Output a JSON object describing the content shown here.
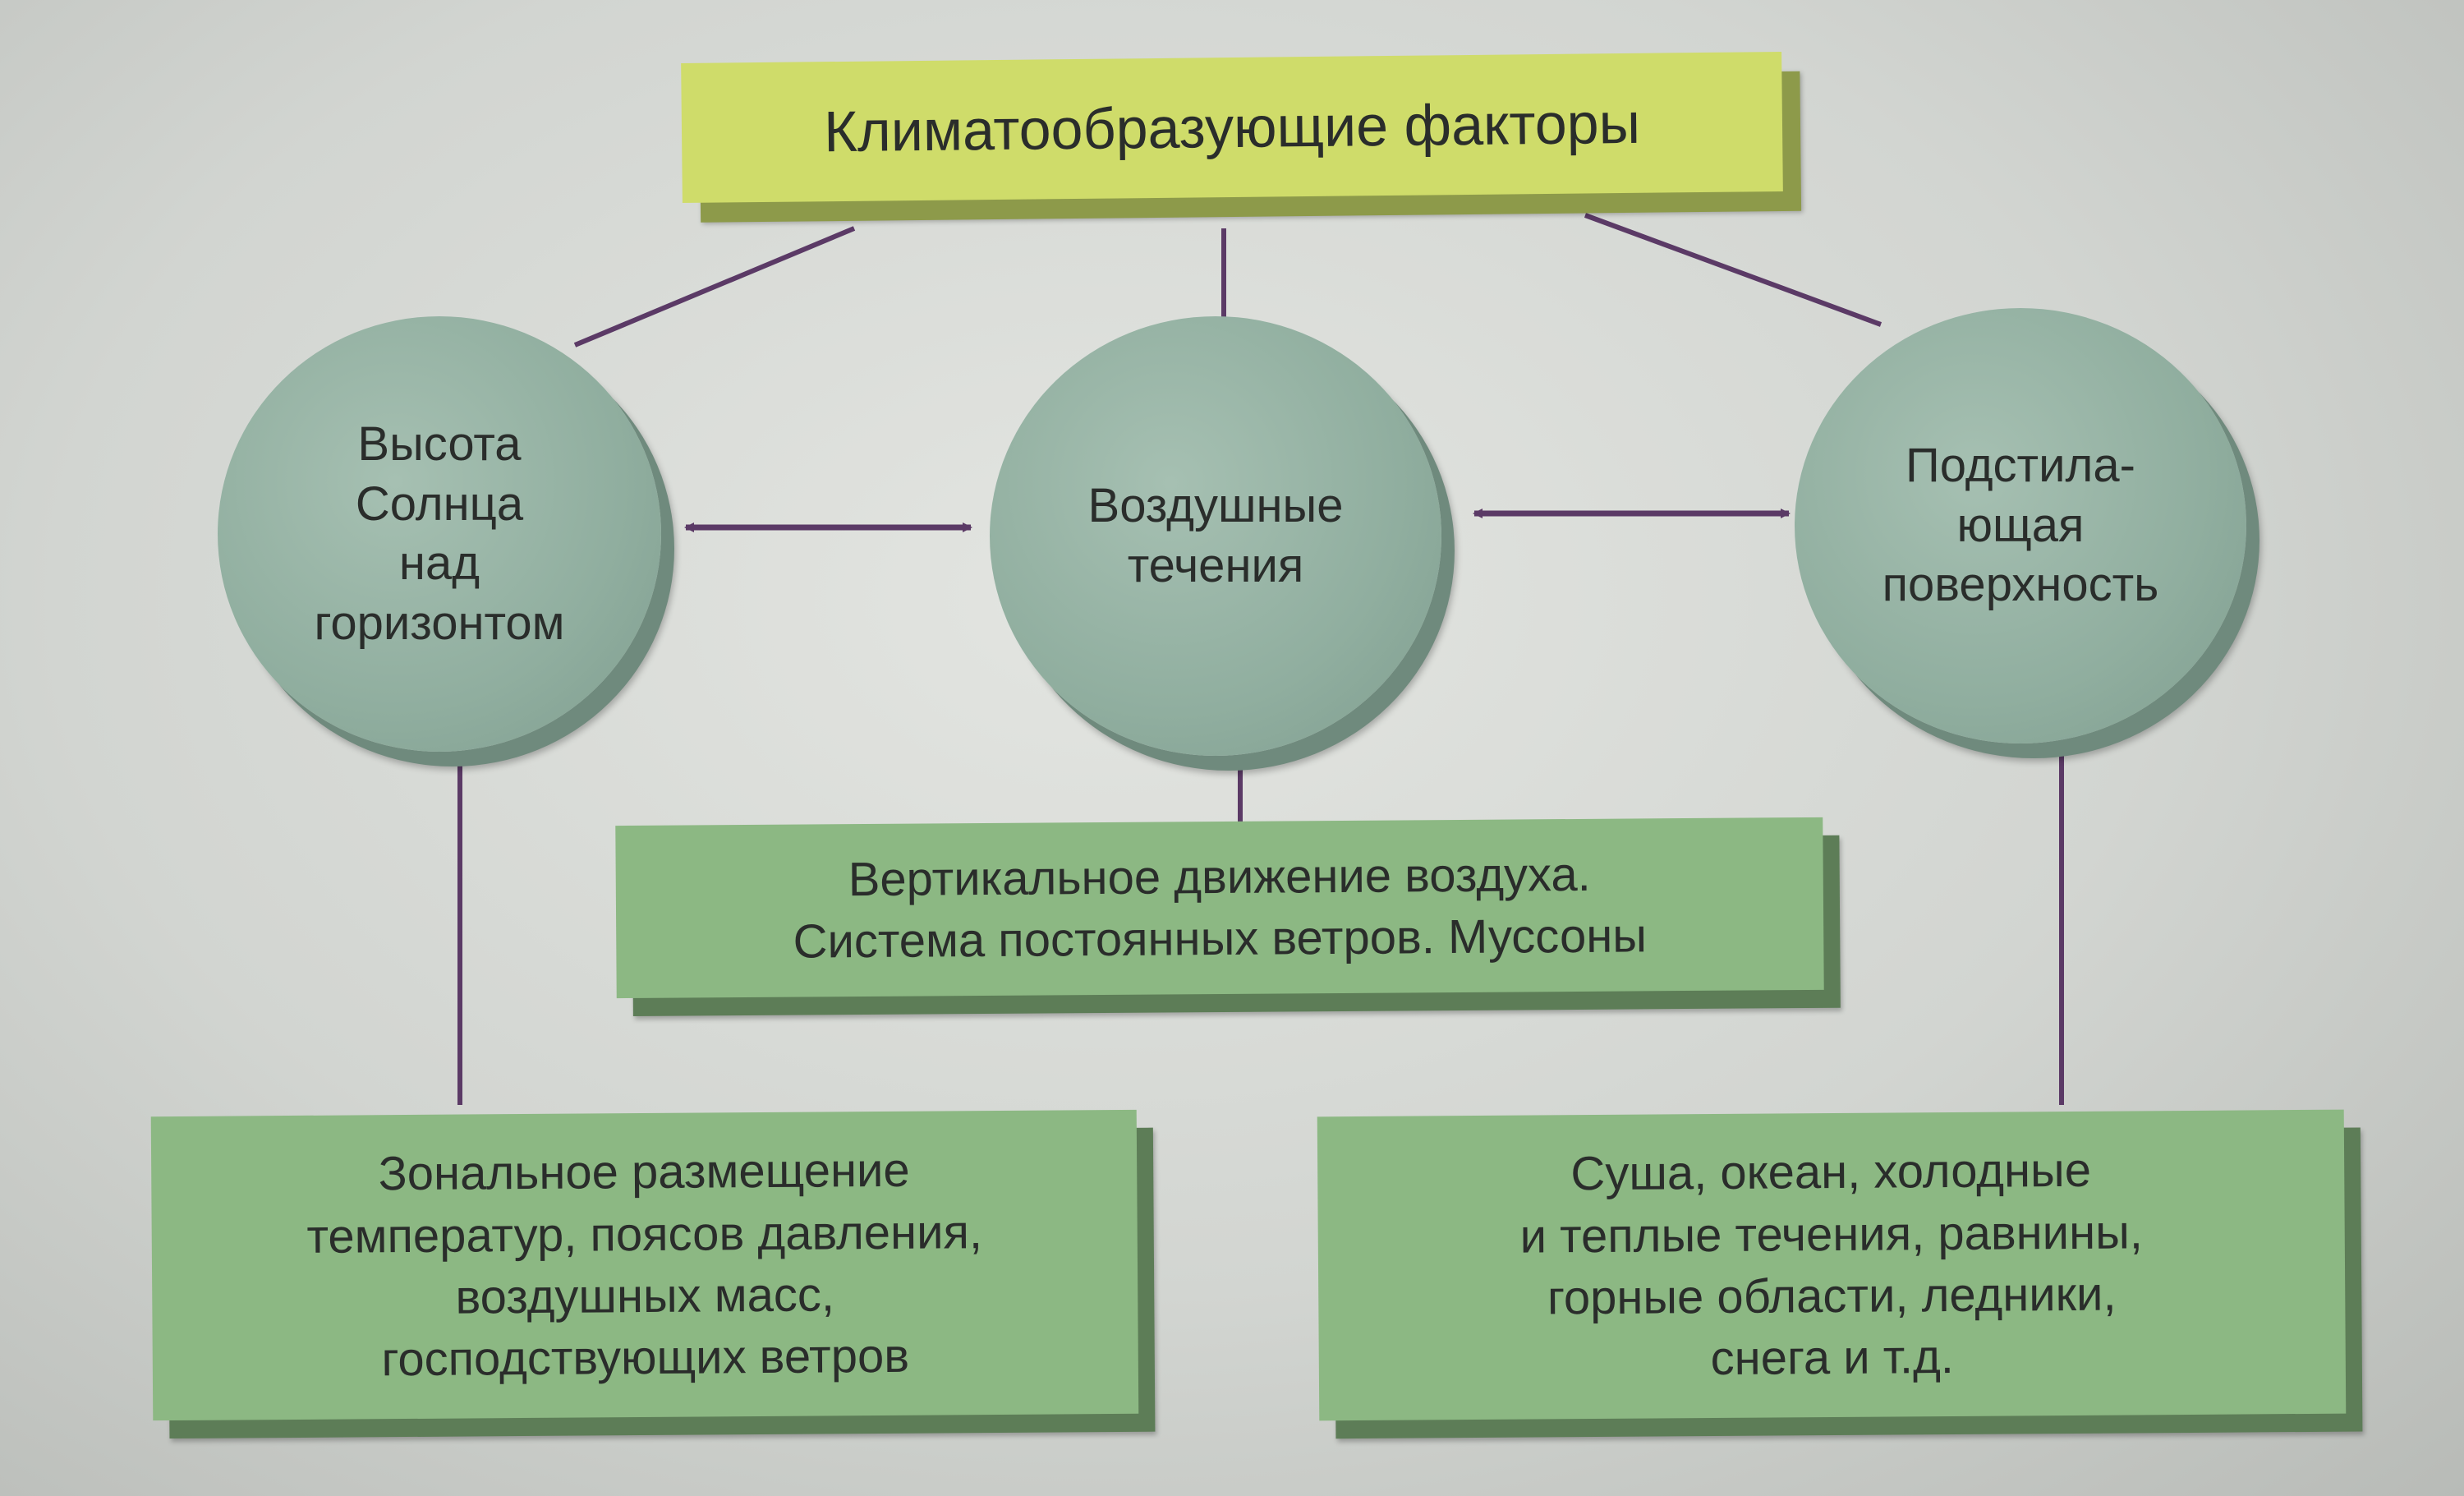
{
  "title": "Климатообразующие факторы",
  "factors": {
    "sun": {
      "lines": [
        "Высота",
        "Солнца",
        "над",
        "горизонтом"
      ]
    },
    "air": {
      "lines": [
        "Воздушные",
        "течения"
      ]
    },
    "surface": {
      "lines": [
        "Подстила-",
        "ющая",
        "поверхность"
      ]
    }
  },
  "effects": {
    "air": {
      "lines": [
        "Вертикальное движение воздуха.",
        "Система постоянных ветров. Муссоны"
      ]
    },
    "sun": {
      "lines": [
        "Зональное размещение",
        "температур, поясов давления,",
        "воздушных масс,",
        "господствующих ветров"
      ]
    },
    "surface": {
      "lines": [
        "Суша, океан, холодные",
        "и теплые течения, равнины,",
        "горные области, ледники,",
        "снега и т.д."
      ]
    }
  },
  "colors": {
    "title_fill": "#cfdc6a",
    "circle_fill": "#90ae9f",
    "box_fill": "#8cb883",
    "connector": "#5b3a66"
  }
}
